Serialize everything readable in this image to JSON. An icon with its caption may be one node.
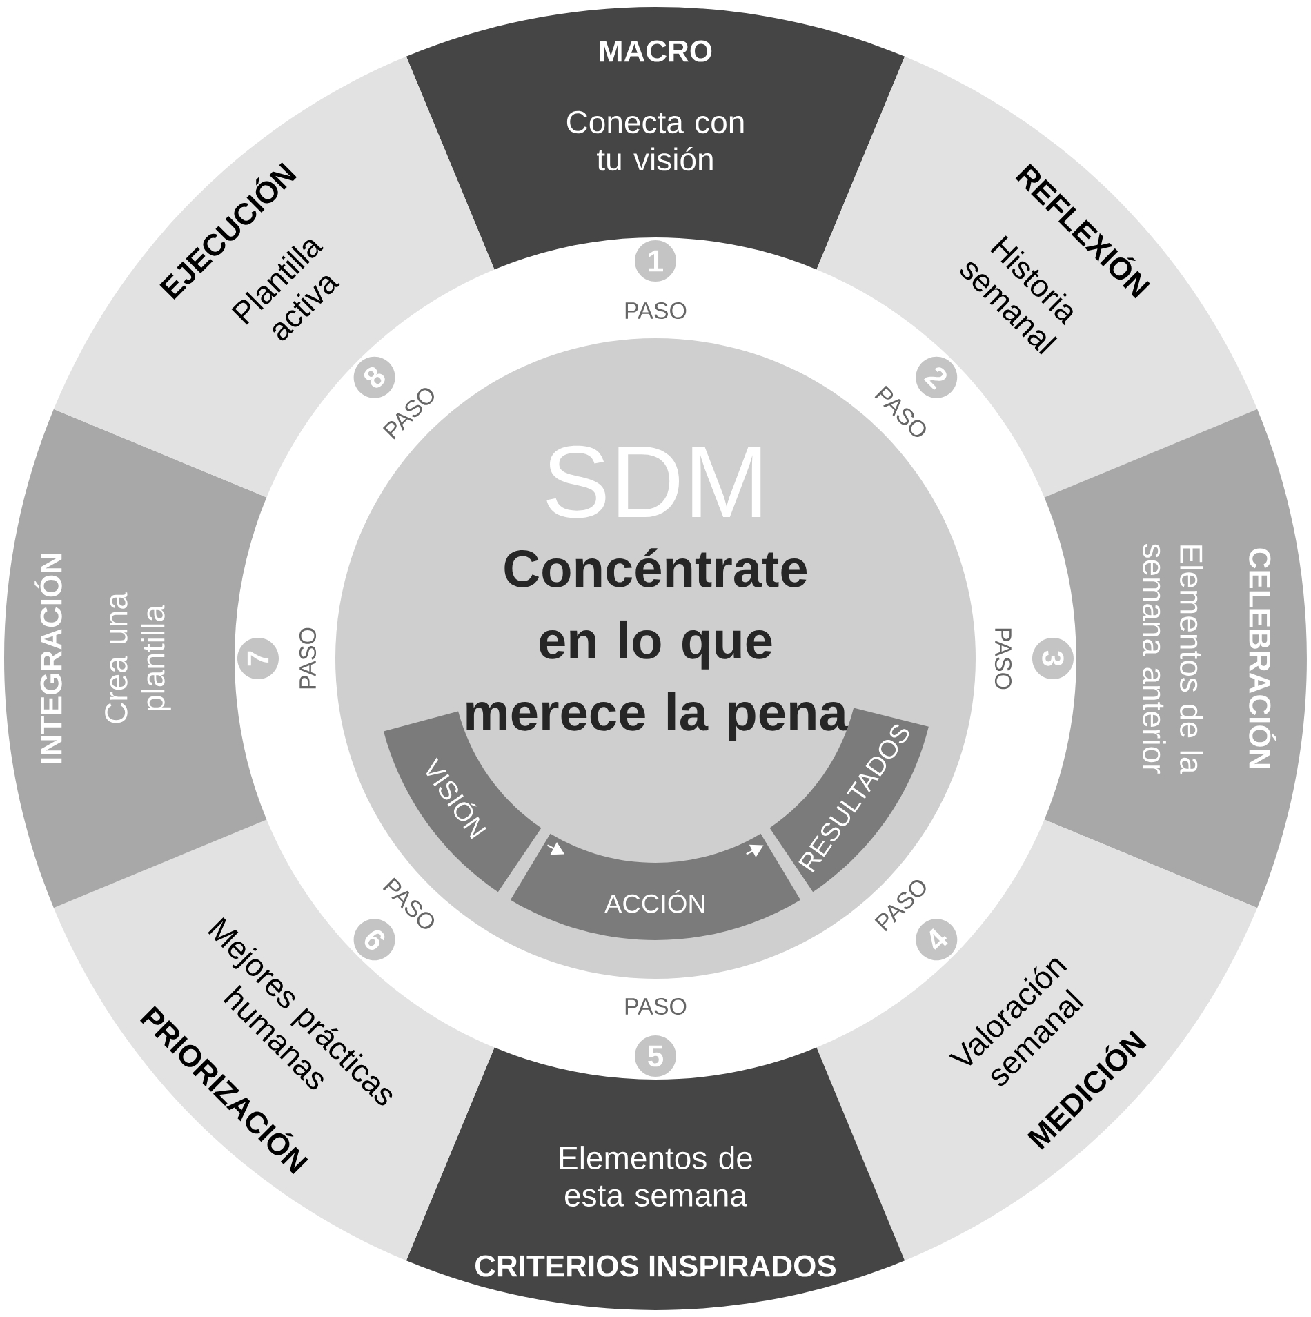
{
  "diagram": {
    "nodes": [
      {
        "text": [
          "MACRO",
          "Conecta con tu visión"
        ]
      },
      {
        "text": [
          "REFLEXIÓN",
          "Historia semanal"
        ]
      },
      {
        "text": [
          "CELEBRACIÓN",
          "Elementos de la semana anterior"
        ]
      },
      {
        "text": [
          "Valoración semanal",
          "MEDICIÓN"
        ]
      },
      {
        "text": [
          "Elementos de esta semana",
          "CRITERIOS INSPIRADOS"
        ]
      },
      {
        "text": [
          "Mejores prácticas humanas",
          "PRIORIZACIÓN"
        ]
      },
      {
        "text": [
          "INTEGRACIÓN",
          "Crea una plantilla"
        ]
      },
      {
        "text": [
          "EJECUCIÓN",
          "Plantilla activa"
        ]
      },
      {
        "text": [
          "1"
        ],
        "beside": [
          "PASO"
        ]
      },
      {
        "text": [
          "2"
        ],
        "beside": [
          "PASO"
        ]
      },
      {
        "text": [
          "3"
        ],
        "beside": [
          "PASO"
        ]
      },
      {
        "text": [
          "4"
        ],
        "beside": [
          "PASO"
        ]
      },
      {
        "text": [
          "5"
        ],
        "beside": [
          "PASO"
        ]
      },
      {
        "text": [
          "6"
        ],
        "beside": [
          "PASO"
        ]
      },
      {
        "text": [
          "7"
        ],
        "beside": [
          "PASO"
        ]
      },
      {
        "text": [
          "8"
        ],
        "beside": [
          "PASO"
        ]
      },
      {
        "text": [
          "SDM",
          "Concéntrate en lo que merece la pena"
        ]
      },
      {
        "text": [
          "VISIÓN"
        ],
        "in": 16
      },
      {
        "text": [
          "ACCIÓN"
        ],
        "in": 16
      },
      {
        "text": [
          "RESULTADOS"
        ],
        "in": 16
      }
    ],
    "edges": [
      {
        "from": 17,
        "to": 18,
        "arrow": "to"
      },
      {
        "from": 18,
        "to": 19,
        "arrow": "to"
      }
    ]
  }
}
